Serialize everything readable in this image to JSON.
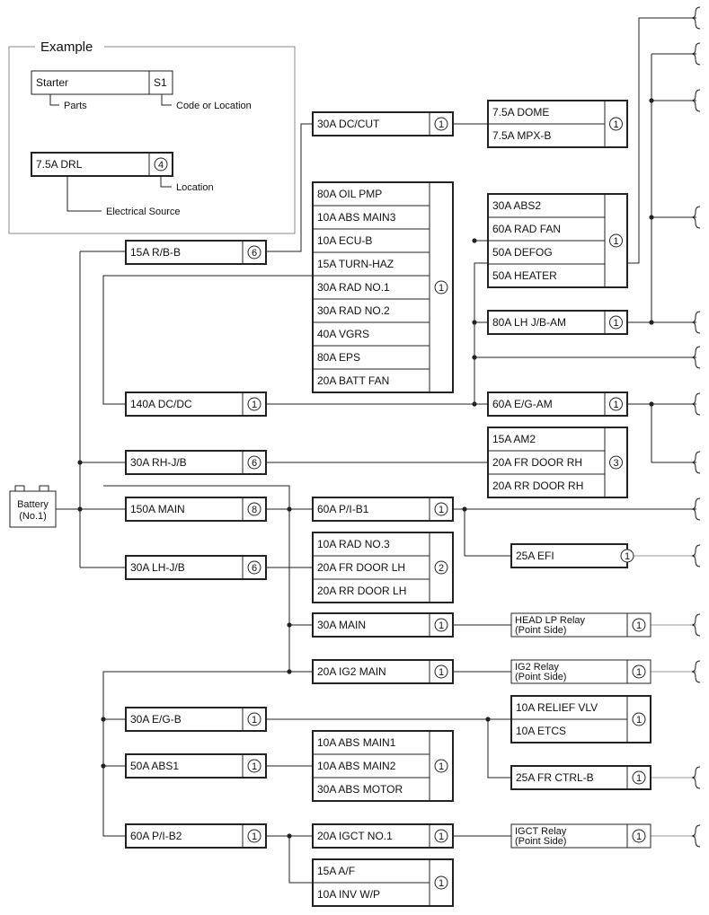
{
  "legend": {
    "title": "Example",
    "starter_label": "Starter",
    "starter_code": "S1",
    "parts_caption": "Parts",
    "code_caption": "Code or Location",
    "drl_label": "7.5A DRL",
    "drl_location": "4",
    "location_caption": "Location",
    "source_caption": "Electrical Source"
  },
  "battery": {
    "line1": "Battery",
    "line2": "(No.1)"
  },
  "fuses": {
    "rb_b": {
      "name": "15A R/B-B",
      "loc": "6"
    },
    "dc_dc140": {
      "name": "140A DC/DC",
      "loc": "1"
    },
    "rh_jb": {
      "name": "30A RH-J/B",
      "loc": "6"
    },
    "main150": {
      "name": "150A MAIN",
      "loc": "8"
    },
    "lh_jb": {
      "name": "30A LH-J/B",
      "loc": "6"
    },
    "eg_b": {
      "name": "30A E/G-B",
      "loc": "1"
    },
    "abs1": {
      "name": "50A ABS1",
      "loc": "1"
    },
    "pib2": {
      "name": "60A P/I-B2",
      "loc": "1"
    },
    "dc_cut": {
      "name": "30A DC/CUT",
      "loc": "1"
    },
    "pib1": {
      "name": "60A P/I-B1",
      "loc": "1"
    },
    "main30": {
      "name": "30A MAIN",
      "loc": "1"
    },
    "ig2main": {
      "name": "20A IG2 MAIN",
      "loc": "1"
    },
    "igct1": {
      "name": "20A IGCT NO.1",
      "loc": "1"
    },
    "lh_jb_am": {
      "name": "80A LH J/B-AM",
      "loc": "1"
    },
    "eg_am": {
      "name": "60A E/G-AM",
      "loc": "1"
    },
    "efi": {
      "name": "25A EFI",
      "loc": "1"
    },
    "fr_ctrl_b": {
      "name": "25A FR CTRL-B",
      "loc": "1"
    }
  },
  "groups": {
    "main_group": {
      "loc": "1",
      "items": [
        "80A OIL PMP",
        "10A ABS MAIN3",
        "10A ECU-B",
        "15A TURN-HAZ",
        "30A RAD NO.1",
        "30A RAD NO.2",
        "40A VGRS",
        "80A EPS",
        "20A BATT FAN"
      ]
    },
    "dome_group": {
      "loc": "1",
      "items": [
        "7.5A DOME",
        "7.5A MPX-B"
      ]
    },
    "abs2_group": {
      "loc": "1",
      "items": [
        "30A ABS2",
        "60A RAD FAN",
        "50A DEFOG",
        "50A HEATER"
      ]
    },
    "am2_group": {
      "loc": "3",
      "items": [
        "15A AM2",
        "20A FR DOOR RH",
        "20A RR DOOR RH"
      ]
    },
    "rad3_group": {
      "loc": "2",
      "items": [
        "10A RAD NO.3",
        "20A FR DOOR LH",
        "20A RR DOOR LH"
      ]
    },
    "absmain_group": {
      "loc": "1",
      "items": [
        "10A ABS MAIN1",
        "10A ABS MAIN2",
        "30A ABS MOTOR"
      ]
    },
    "relief_group": {
      "loc": "1",
      "items": [
        "10A RELIEF VLV",
        "10A ETCS"
      ]
    },
    "af_group": {
      "loc": "1",
      "items": [
        "15A A/F",
        "10A INV W/P"
      ]
    }
  },
  "relays": {
    "headlp": {
      "line1": "HEAD LP Relay",
      "line2": "(Point Side)",
      "loc": "1"
    },
    "ig2": {
      "line1": "IG2 Relay",
      "line2": "(Point Side)",
      "loc": "1"
    },
    "igct": {
      "line1": "IGCT Relay",
      "line2": "(Point Side)",
      "loc": "1"
    }
  }
}
